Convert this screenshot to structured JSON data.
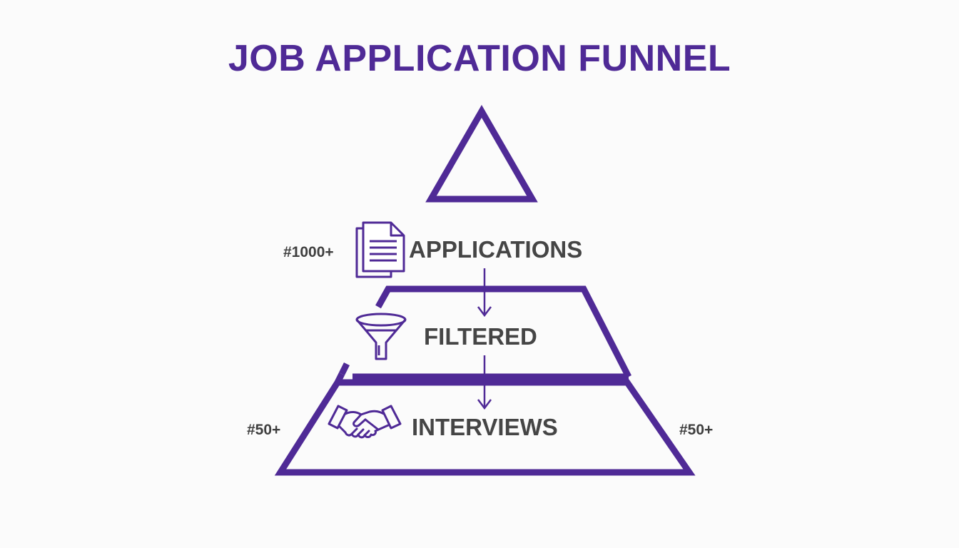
{
  "title": "JOB APPLICATION FUNNEL",
  "colors": {
    "accent": "#4f2a96",
    "text": "#454545",
    "background": "#fbfbfb"
  },
  "stages": [
    {
      "label": "APPLICATIONS",
      "count": "#1000+",
      "icon": "document-icon"
    },
    {
      "label": "FILTERED",
      "icon": "funnel-icon"
    },
    {
      "label": "INTERVIEWS",
      "count_left": "#50+",
      "count_right": "#50+",
      "icon": "handshake-icon"
    }
  ]
}
